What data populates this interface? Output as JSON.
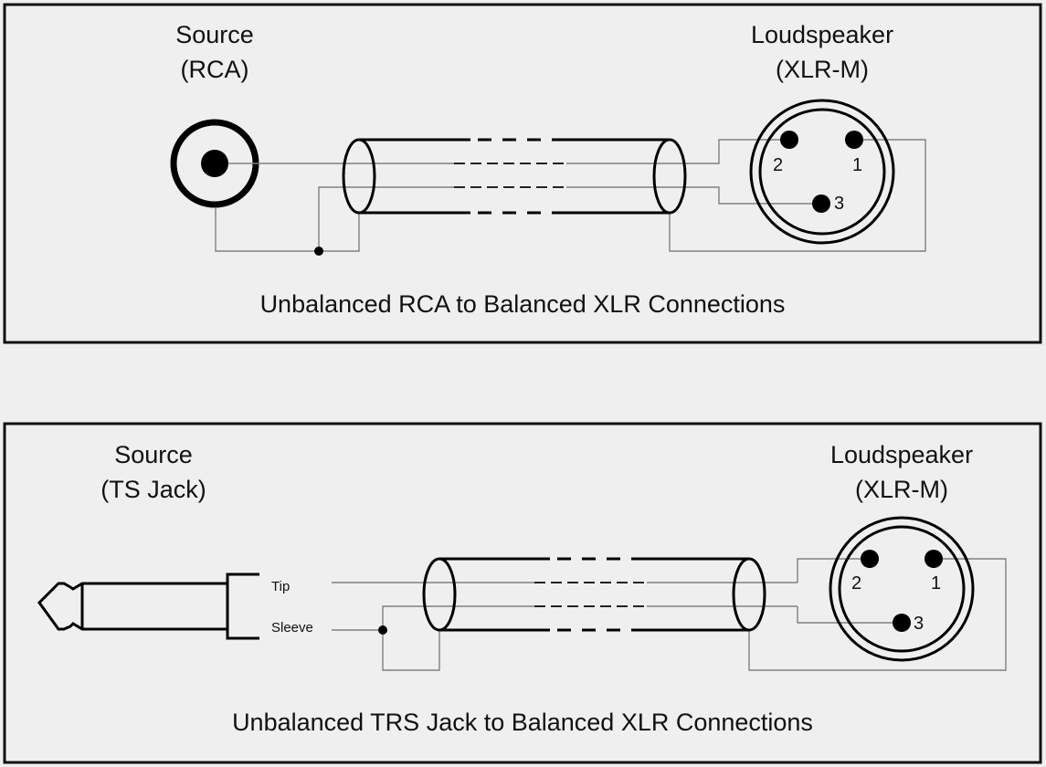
{
  "panels": [
    {
      "source_title": "Source",
      "source_subtitle": "(RCA)",
      "dest_title": "Loudspeaker",
      "dest_subtitle": "(XLR-M)",
      "caption": "Unbalanced RCA to Balanced XLR Connections",
      "pins": [
        "1",
        "2",
        "3"
      ]
    },
    {
      "source_title": "Source",
      "source_subtitle": "(TS Jack)",
      "dest_title": "Loudspeaker",
      "dest_subtitle": "(XLR-M)",
      "caption": "Unbalanced TRS Jack to Balanced XLR Connections",
      "tip_label": "Tip",
      "sleeve_label": "Sleeve",
      "pins": [
        "1",
        "2",
        "3"
      ]
    }
  ]
}
